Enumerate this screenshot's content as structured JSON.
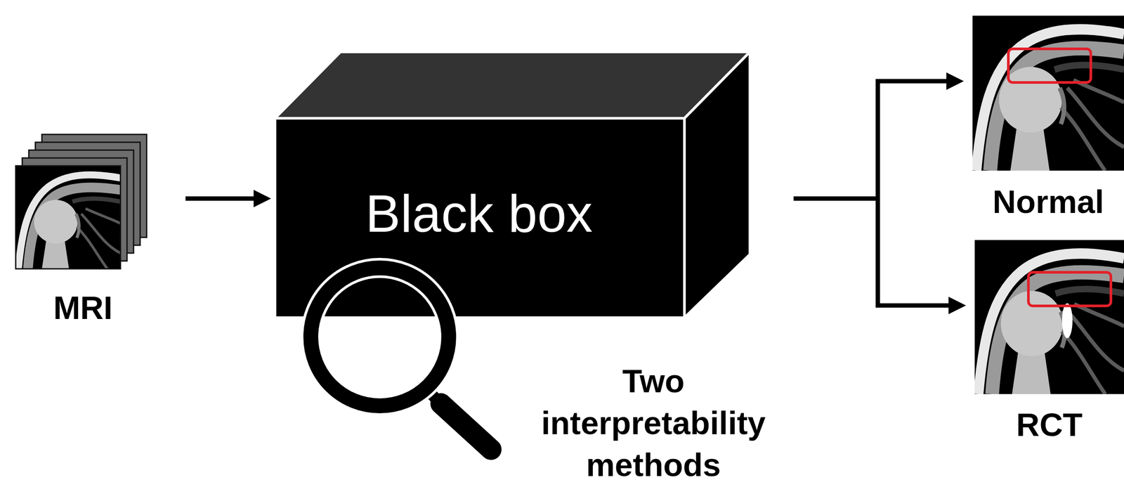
{
  "diagram": {
    "nodes": [
      {
        "text": [
          "MRI"
        ]
      },
      {
        "text": [
          "Black box"
        ]
      },
      {
        "text": [
          "Normal"
        ]
      },
      {
        "text": [
          "RCT"
        ]
      }
    ],
    "edges": [
      {
        "from": 0,
        "to": 1,
        "arrow": "to"
      },
      {
        "from": 1,
        "to": 2,
        "arrow": "to"
      },
      {
        "from": 1,
        "to": 3,
        "arrow": "to"
      }
    ],
    "labels": [
      "Two interpretability methods"
    ]
  }
}
